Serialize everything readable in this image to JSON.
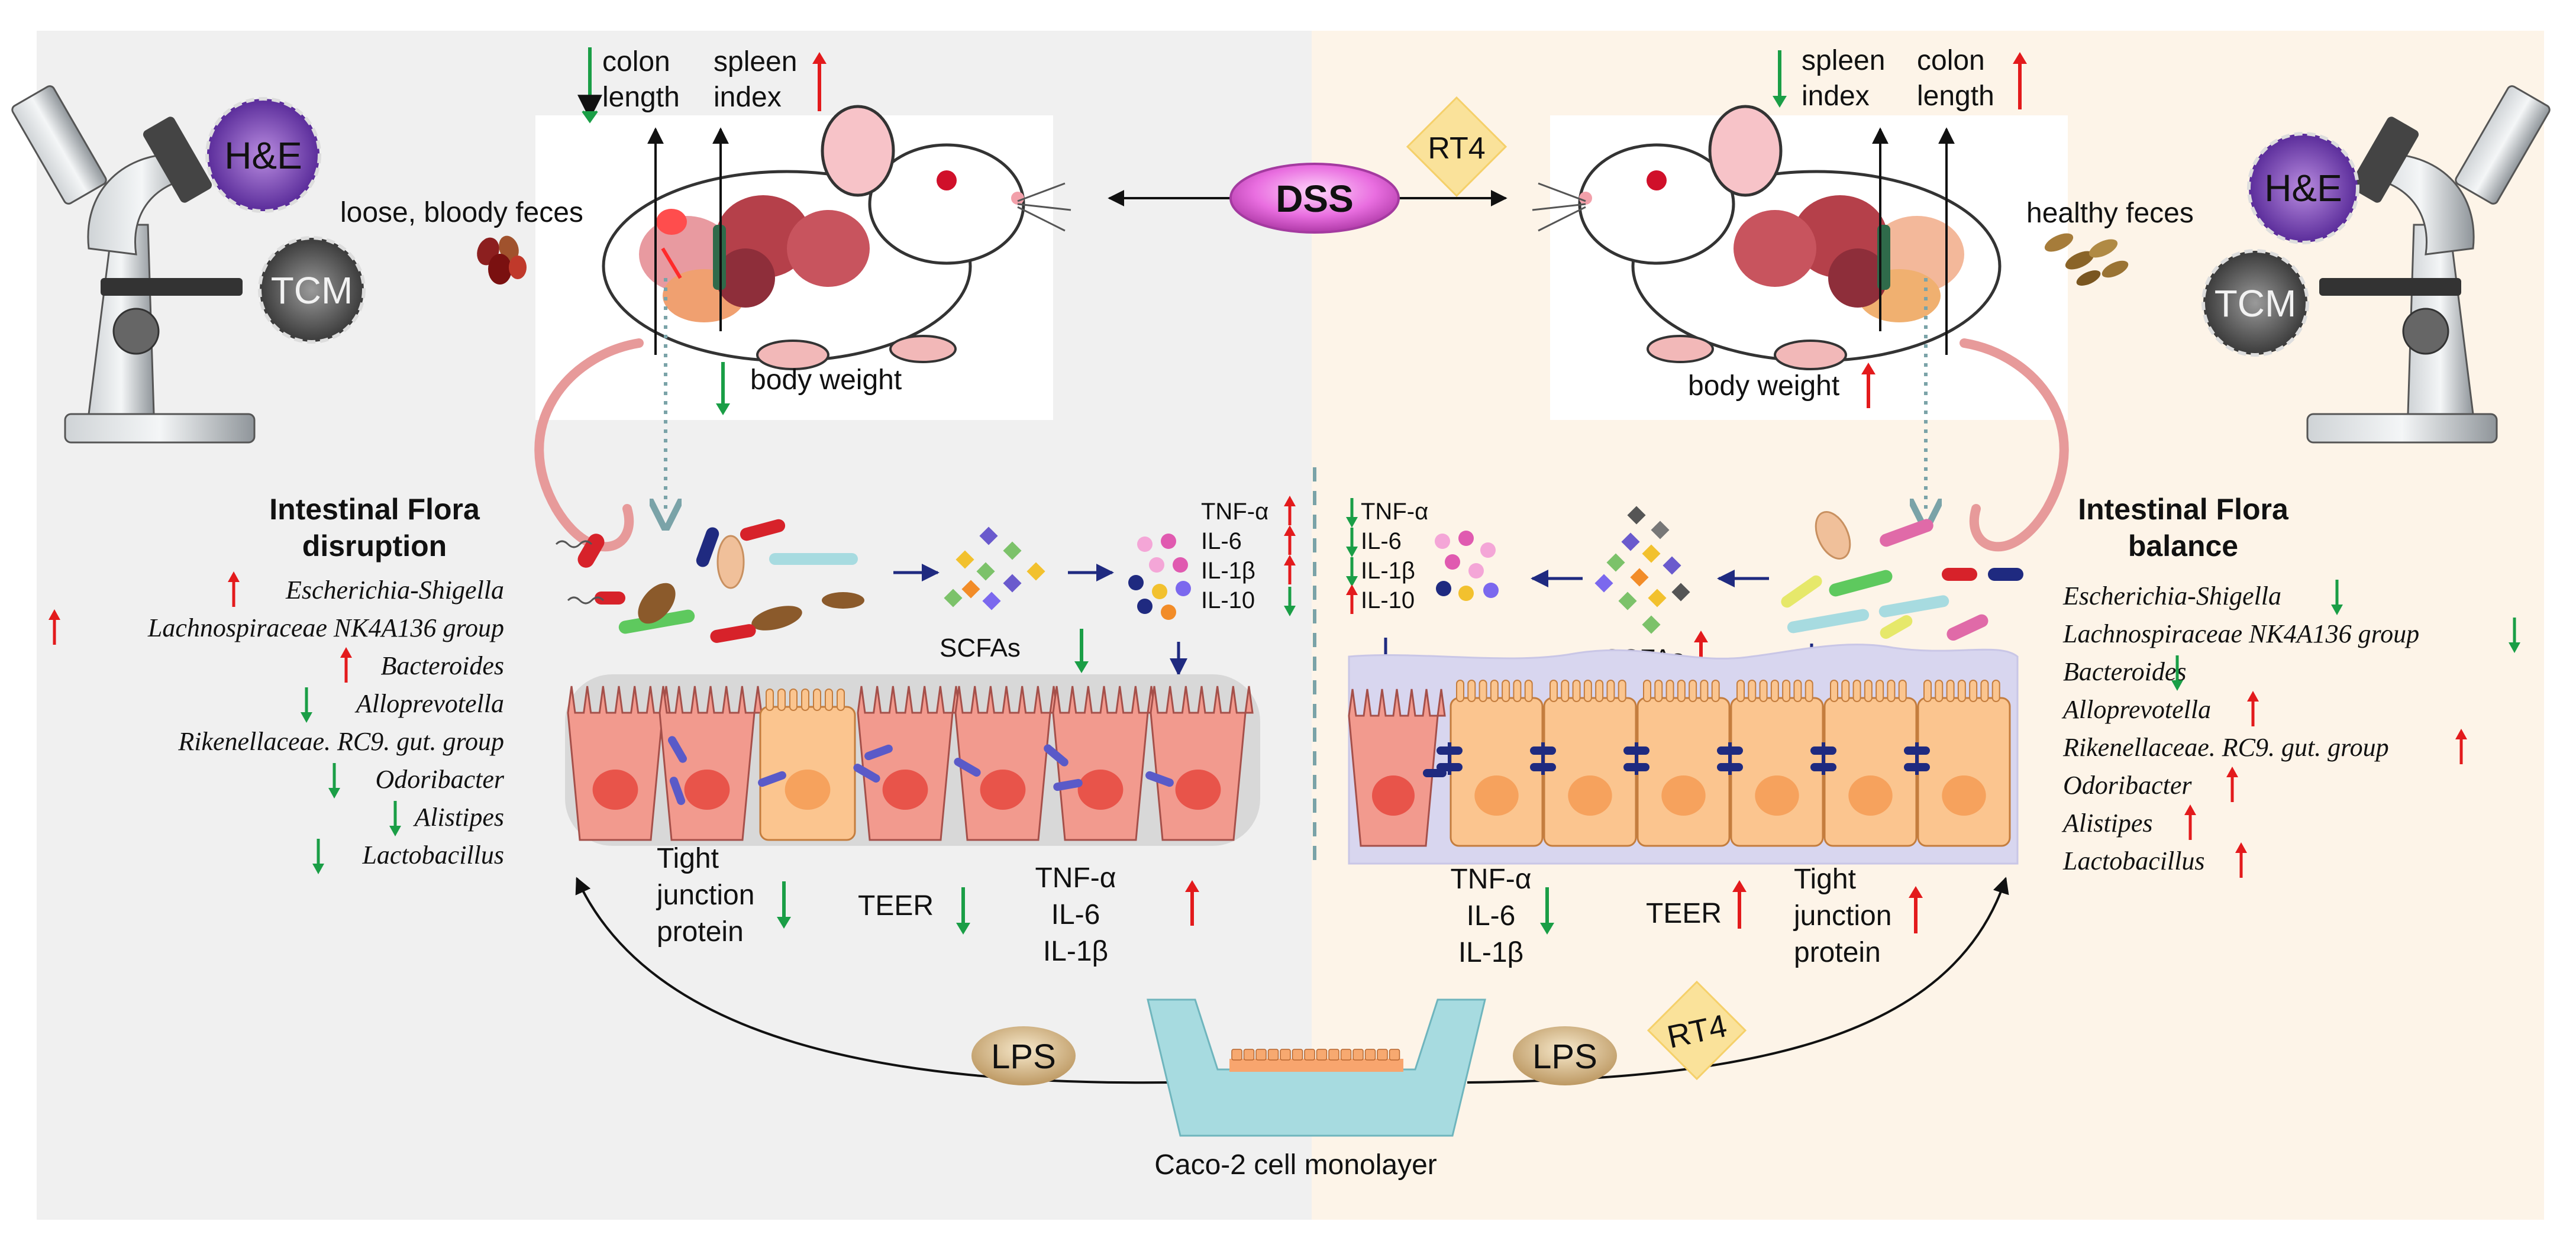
{
  "colors": {
    "left_bg": "#f0f0f0",
    "right_bg": "#fdf4e8",
    "up_arrow": "#e31a1c",
    "down_arrow": "#1a9e46",
    "flow_arrow": "#1f2a80",
    "cell_pink": "#f29a8e",
    "cell_peach": "#fbc58f",
    "dss_pill": "#e356d6",
    "rt4_diamond": "#fae29a",
    "lps_chip": "#d2b27a",
    "well": "#a7dbe0"
  },
  "center": {
    "dss": "DSS",
    "rt4_top": "RT4"
  },
  "left": {
    "colon": "colon\nlength",
    "spleen": "spleen\nindex",
    "feces": "loose, bloody feces",
    "body_weight": "body weight",
    "he": "H&E",
    "tcm": "TCM",
    "flora_title": "Intestinal Flora\ndisruption",
    "flora": [
      "Escherichia-Shigella",
      "Lachnospiraceae NK4A136 group",
      "Bacteroides",
      "Alloprevotella",
      "Rikenellaceae. RC9. gut. group",
      "Odoribacter",
      "Alistipes",
      "Lactobacillus"
    ],
    "cytokines": [
      "TNF-α",
      "IL-6",
      "IL-1β",
      "IL-10"
    ],
    "scfa": "SCFAs",
    "tight": "Tight\njunction\nprotein",
    "teer": "TEER",
    "cyto_bottom": "TNF-α\nIL-6\nIL-1β",
    "lps": "LPS"
  },
  "right": {
    "spleen": "spleen\nindex",
    "colon": "colon\nlength",
    "feces": "healthy feces",
    "body_weight": "body weight",
    "he": "H&E",
    "tcm": "TCM",
    "flora_title": "Intestinal Flora\nbalance",
    "flora": [
      "Escherichia-Shigella",
      "Lachnospiraceae NK4A136 group",
      "Bacteroides",
      "Alloprevotella",
      "Rikenellaceae. RC9. gut. group",
      "Odoribacter",
      "Alistipes",
      "Lactobacillus"
    ],
    "cytokines": [
      "TNF-α",
      "IL-6",
      "IL-1β",
      "IL-10"
    ],
    "scfa": "SCFAs",
    "cyto_bottom": "TNF-α\nIL-6\nIL-1β",
    "teer": "TEER",
    "tight": "Tight\njunction\nprotein",
    "lps": "LPS",
    "rt4": "RT4"
  },
  "caco2": "Caco-2 cell monolayer"
}
